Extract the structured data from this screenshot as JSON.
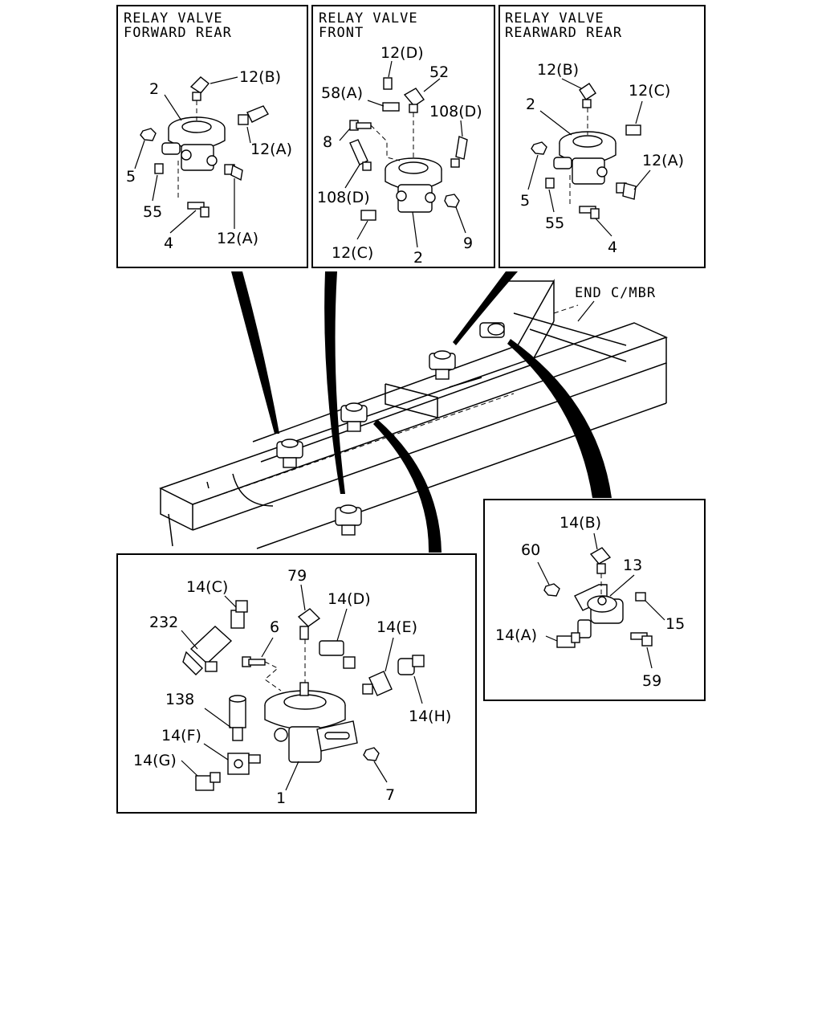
{
  "end_member_label": "END C/MBR",
  "panels": {
    "forward_rear": {
      "title_line1": "RELAY VALVE",
      "title_line2": "FORWARD REAR",
      "callouts": [
        "2",
        "12(B)",
        "12(A)",
        "5",
        "55",
        "4",
        "12(A)"
      ]
    },
    "front": {
      "title_line1": "RELAY VALVE",
      "title_line2": "FRONT",
      "callouts": [
        "12(D)",
        "52",
        "58(A)",
        "108(D)",
        "8",
        "108(D)",
        "12(C)",
        "2",
        "9"
      ]
    },
    "rearward_rear": {
      "title_line1": "RELAY VALVE",
      "title_line2": "REARWARD REAR",
      "callouts": [
        "12(B)",
        "2",
        "12(C)",
        "12(A)",
        "5",
        "55",
        "4"
      ]
    },
    "bottom_left": {
      "callouts": [
        "79",
        "14(C)",
        "14(D)",
        "232",
        "6",
        "14(E)",
        "138",
        "14(H)",
        "14(F)",
        "14(G)",
        "1",
        "7"
      ]
    },
    "bottom_right": {
      "callouts": [
        "14(B)",
        "60",
        "13",
        "15",
        "14(A)",
        "59"
      ]
    }
  }
}
